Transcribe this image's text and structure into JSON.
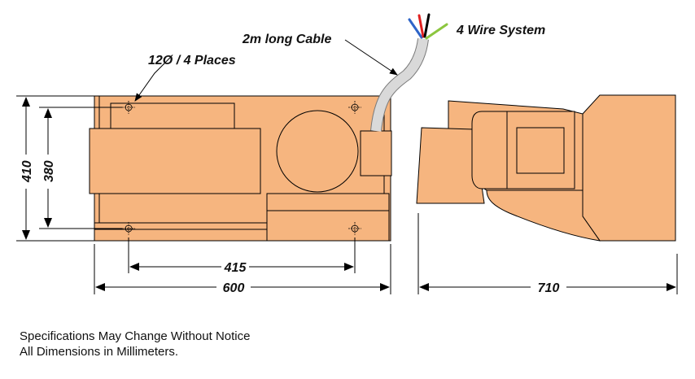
{
  "labels": {
    "cable": "2m long Cable",
    "holes": "12Ø / 4 Places",
    "wires": "4 Wire System"
  },
  "dimensions": {
    "overall_height": "410",
    "hole_height": "380",
    "hole_spacing": "415",
    "overall_width": "600",
    "depth": "710"
  },
  "notes": [
    "Specifications May Change Without Notice",
    "All Dimensions in Millimeters."
  ],
  "colors": {
    "body": "#f6b57f",
    "outline": "#000000",
    "cable": "#d9d9d9",
    "wire_blue": "#2e64c8",
    "wire_red": "#e02020",
    "wire_black": "#000000",
    "wire_green": "#8cc63f"
  }
}
